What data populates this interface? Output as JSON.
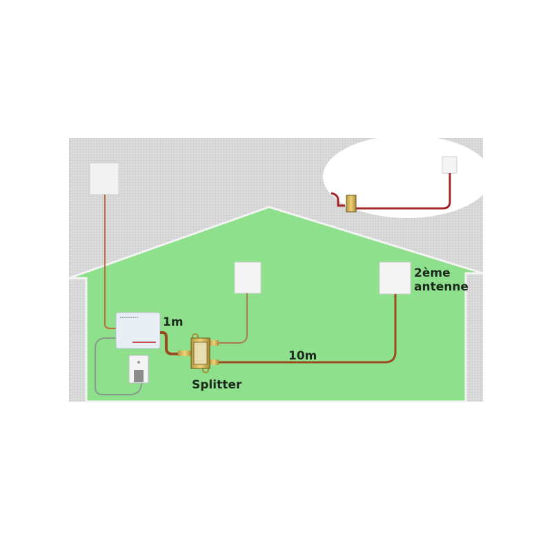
{
  "labels": {
    "cable_short": "1m",
    "splitter": "Splitter",
    "cable_long": "10m",
    "second_antenna_line1": "2ème",
    "second_antenna_line2": "antenne"
  },
  "colors": {
    "background_panel": "#d9d9d9",
    "house_fill": "#8fe08c",
    "cable": "#9a4a1e",
    "inset_cable": "#a3262a",
    "power_cord": "#8a9a8a"
  }
}
